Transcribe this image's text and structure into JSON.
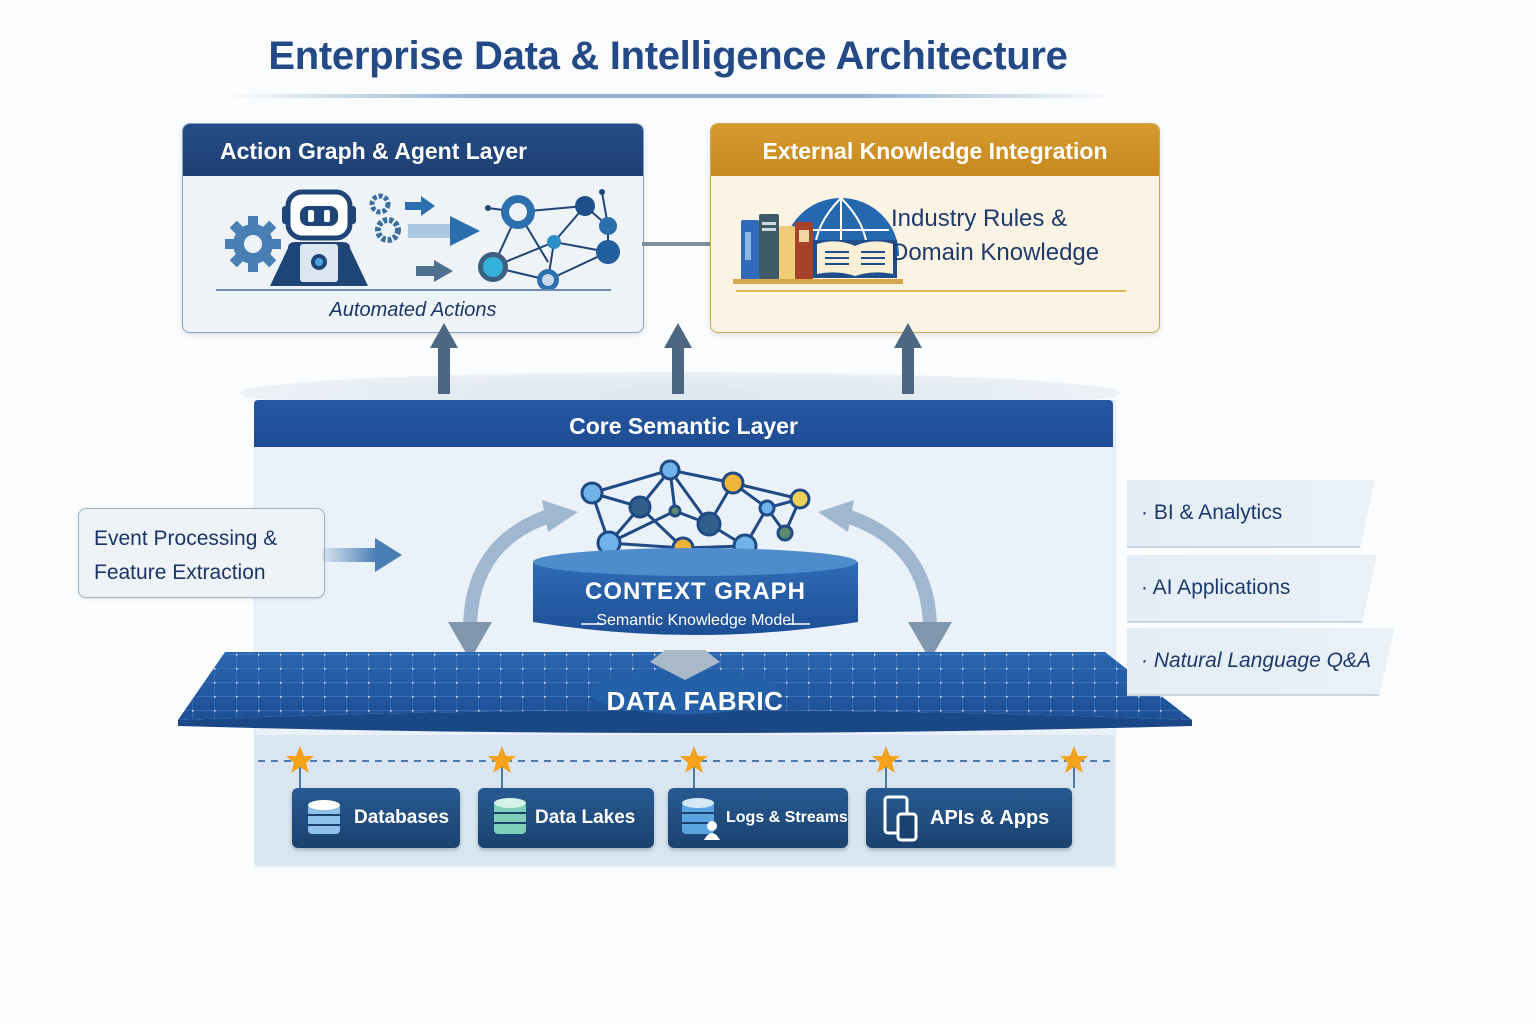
{
  "title": "Enterprise Data & Intelligence Architecture",
  "agent_panel": {
    "header": "Action Graph & Agent Layer",
    "caption": "Automated Actions",
    "icons": [
      "robot-icon",
      "gear-icon",
      "arrow-right-icon",
      "network-graph-icon"
    ]
  },
  "external_panel": {
    "header": "External Knowledge Integration",
    "line1": "Industry Rules &",
    "line2": "Domain Knowledge",
    "icons": [
      "globe-icon",
      "books-icon",
      "open-book-icon"
    ]
  },
  "core": {
    "header": "Core Semantic Layer",
    "context_graph": {
      "title": "CONTEXT GRAPH",
      "subtitle": "Semantic Knowledge Model"
    },
    "data_fabric": "DATA FABRIC"
  },
  "input": {
    "line1": "Event Processing &",
    "line2": "Feature Extraction"
  },
  "outputs": [
    {
      "label": "· BI & Analytics"
    },
    {
      "label": "· AI Applications"
    },
    {
      "label": "· Natural Language Q&A"
    }
  ],
  "sources": [
    {
      "label": "Databases",
      "icon": "database-icon"
    },
    {
      "label": "Data Lakes",
      "icon": "data-lake-icon"
    },
    {
      "label": "Logs & Streams",
      "icon": "logs-streams-icon"
    },
    {
      "label": "APIs & Apps",
      "icon": "mobile-devices-icon"
    }
  ],
  "colors": {
    "primary_blue": "#234a86",
    "core_blue": "#2558a3",
    "gold": "#d69a2e",
    "star": "#f4a11c"
  }
}
